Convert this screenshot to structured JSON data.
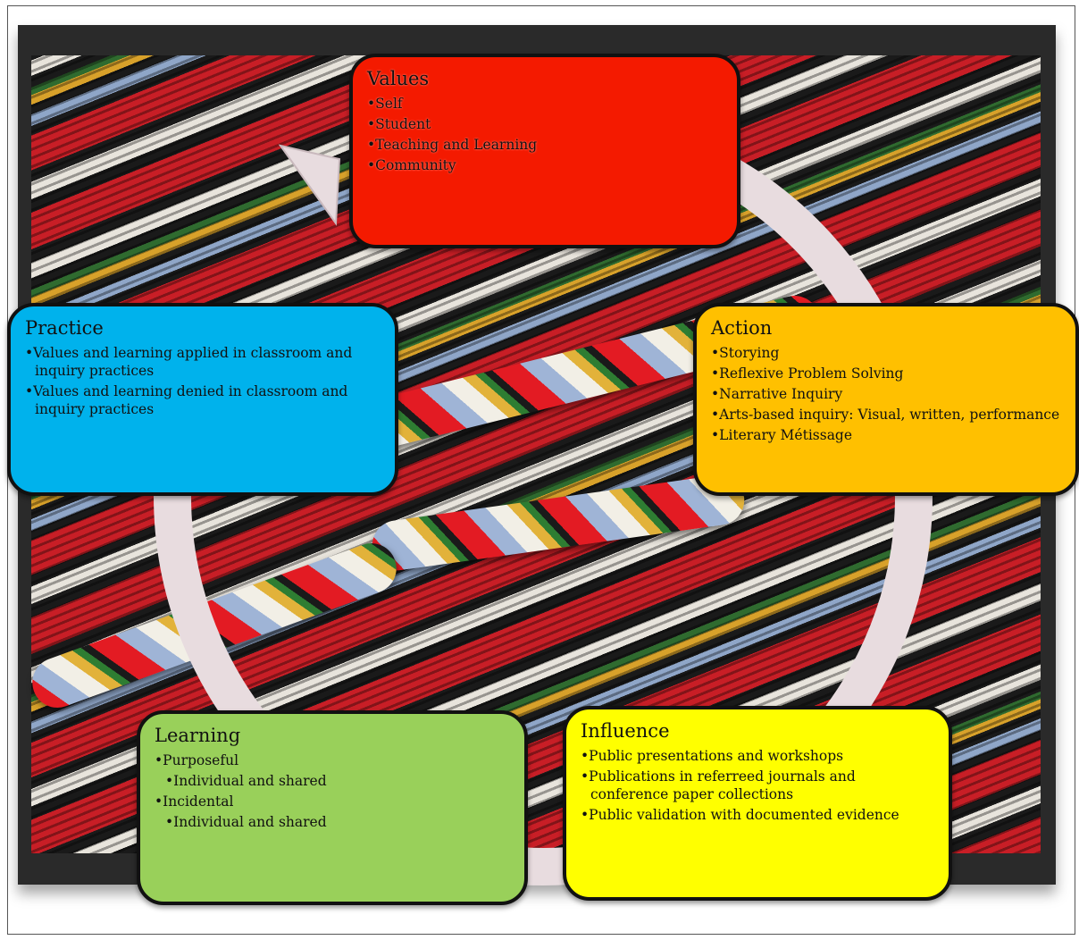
{
  "values": {
    "title": "Values",
    "items": [
      "Self",
      "Student",
      "Teaching and Learning",
      "Community"
    ]
  },
  "action": {
    "title": "Action",
    "items": [
      "Storying",
      "Reflexive Problem Solving",
      "Narrative Inquiry",
      "Arts-based inquiry: Visual, written, performance",
      "Literary Métissage"
    ]
  },
  "influence": {
    "title": "Influence",
    "items": [
      "Public presentations and workshops",
      "Publications in referreed journals and conference paper collections",
      "Public validation with documented evidence"
    ]
  },
  "learning": {
    "title": "Learning",
    "items": [
      "Purposeful",
      "Individual and shared",
      "Incidental",
      "Individual and shared"
    ]
  },
  "practice": {
    "title": "Practice",
    "items": [
      "Values and learning applied in classroom and inquiry practices",
      "Values and learning denied in classroom and inquiry practices"
    ]
  },
  "colors": {
    "values": "#f41a00",
    "action": "#ffc000",
    "influence": "#ffff00",
    "learning": "#99d05a",
    "practice": "#00b2ec",
    "cycle_arrow": "#e8dcdf"
  }
}
